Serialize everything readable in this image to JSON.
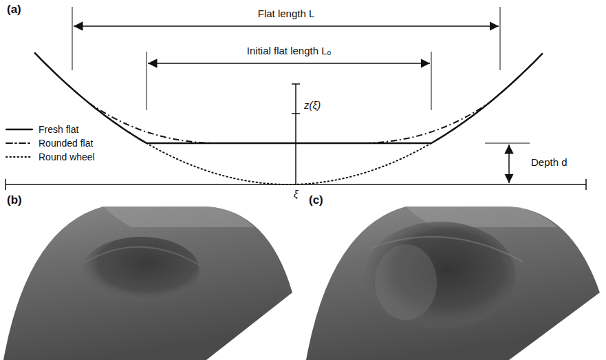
{
  "diagram": {
    "labels": [
      "(a)",
      "Flat length L",
      "Initial flat length Lₒ",
      "z(ξ)",
      "Depth d",
      "ξ",
      "(b)",
      "(c)"
    ],
    "legend": [
      {
        "text": "Fresh flat"
      },
      {
        "text": "Rounded flat"
      },
      {
        "text": "Round wheel"
      }
    ]
  }
}
